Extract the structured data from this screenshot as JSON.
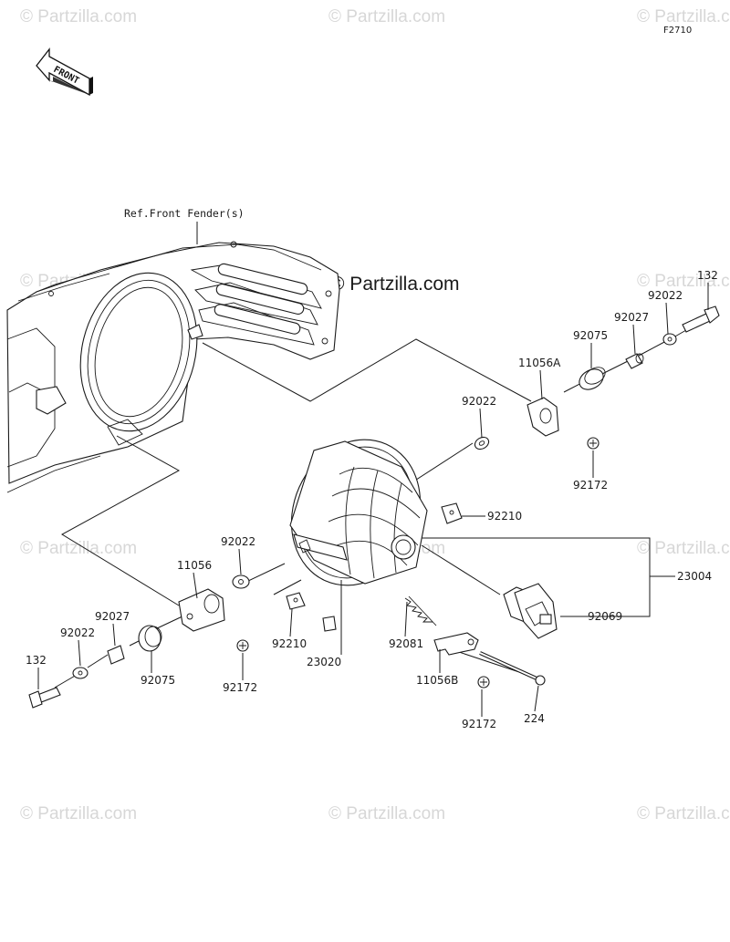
{
  "figure_code": "F2710",
  "front_label": "FRONT",
  "reference_label": "Ref.Front Fender(s)",
  "brand": "© Partzilla.com",
  "watermark": "© Partzilla.com",
  "parts": {
    "p132_right": "132",
    "p92022_right": "92022",
    "p92027_right": "92027",
    "p92075_right": "92075",
    "p11056A": "11056A",
    "p92022_mid": "92022",
    "p92172_right": "92172",
    "p92210_right": "92210",
    "p23004": "23004",
    "p92069": "92069",
    "p92022_left": "92022",
    "p11056": "11056",
    "p92027_left": "92027",
    "p92022_lower_left": "92022",
    "p132_left": "132",
    "p92075_left": "92075",
    "p92172_left": "92172",
    "p92210_left": "92210",
    "p23020": "23020",
    "p92081": "92081",
    "p11056B": "11056B",
    "p92172_bottom": "92172",
    "p224": "224"
  }
}
